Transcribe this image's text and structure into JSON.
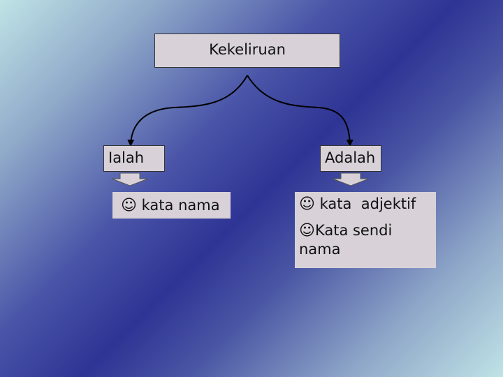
{
  "diagram": {
    "root": {
      "label": "Kekeliruan"
    },
    "left": {
      "title": "Ialah",
      "items": [
        {
          "bullet": "☺",
          "text": "kata nama"
        }
      ]
    },
    "right": {
      "title": "Adalah",
      "items": [
        {
          "bullet": "☺",
          "text": "kata  adjektif"
        },
        {
          "bullet": "☺",
          "text": "Kata sendi"
        },
        {
          "bullet": "",
          "text": "nama"
        }
      ]
    }
  },
  "colors": {
    "box_fill": "#d8d2d8",
    "arrow": "#000000"
  }
}
